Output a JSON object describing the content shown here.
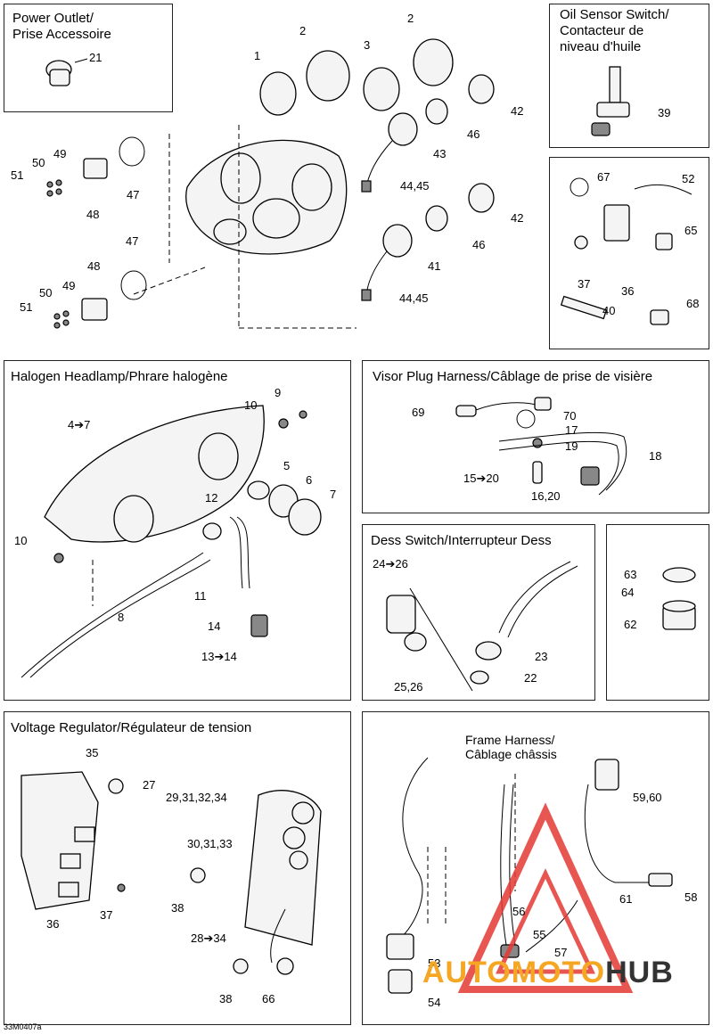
{
  "panels": {
    "power_outlet": {
      "title": "Power Outlet/\nPrise Accessoire"
    },
    "oil_sensor": {
      "title": "Oil Sensor Switch/\nContacteur de\nniveau d'huile"
    },
    "halogen": {
      "title": "Halogen Headlamp/Phrare halogène"
    },
    "visor": {
      "title": "Visor Plug Harness/Câblage de prise de visière"
    },
    "dess": {
      "title": "Dess Switch/Interrupteur Dess"
    },
    "voltage": {
      "title": "Voltage Regulator/Régulateur de tension"
    },
    "frame": {
      "title": "Frame Harness/\nCâblage châssis"
    }
  },
  "labels": {
    "l1": "1",
    "l2a": "2",
    "l2b": "2",
    "l3": "3",
    "l21": "21",
    "l42a": "42",
    "l46a": "46",
    "l43": "43",
    "l4445a": "44,45",
    "l42b": "42",
    "l46b": "46",
    "l41": "41",
    "l4445b": "44,45",
    "l49a": "49",
    "l50a": "50",
    "l51a": "51",
    "l47a": "47",
    "l48a": "48",
    "l47b": "47",
    "l48b": "48",
    "l50b": "50",
    "l49b": "49",
    "l51b": "51",
    "l39": "39",
    "l67": "67",
    "l52": "52",
    "l65": "65",
    "l37a": "37",
    "l36a": "36",
    "l40": "40",
    "l68": "68",
    "l47to7": "4➔7",
    "l10a": "10",
    "l9": "9",
    "l5": "5",
    "l6": "6",
    "l7": "7",
    "l12": "12",
    "l10b": "10",
    "l11": "11",
    "l8": "8",
    "l14": "14",
    "l13to14": "13➔14",
    "l69": "69",
    "l70": "70",
    "l17": "17",
    "l19": "19",
    "l18": "18",
    "l15to20": "15➔20",
    "l1620": "16,20",
    "l24to26": "24➔26",
    "l23": "23",
    "l22": "22",
    "l2526": "25,26",
    "l63": "63",
    "l64": "64",
    "l62": "62",
    "l35": "35",
    "l27": "27",
    "l29": "29,31,32,34",
    "l30": "30,31,33",
    "l38a": "38",
    "l37b": "37",
    "l36b": "36",
    "l28to34": "28➔34",
    "l38b": "38",
    "l66": "66",
    "l5960": "59,60",
    "l61": "61",
    "l58": "58",
    "l56": "56",
    "l55": "55",
    "l57": "57",
    "l53": "53",
    "l54": "54"
  },
  "reference_code": "33M0407a",
  "watermark": {
    "part1": "AUTO",
    "part2": "MOTO",
    "part3": "HUB",
    "color1": "#f5a623",
    "color2": "#333333",
    "triangle_color": "#e53935"
  }
}
